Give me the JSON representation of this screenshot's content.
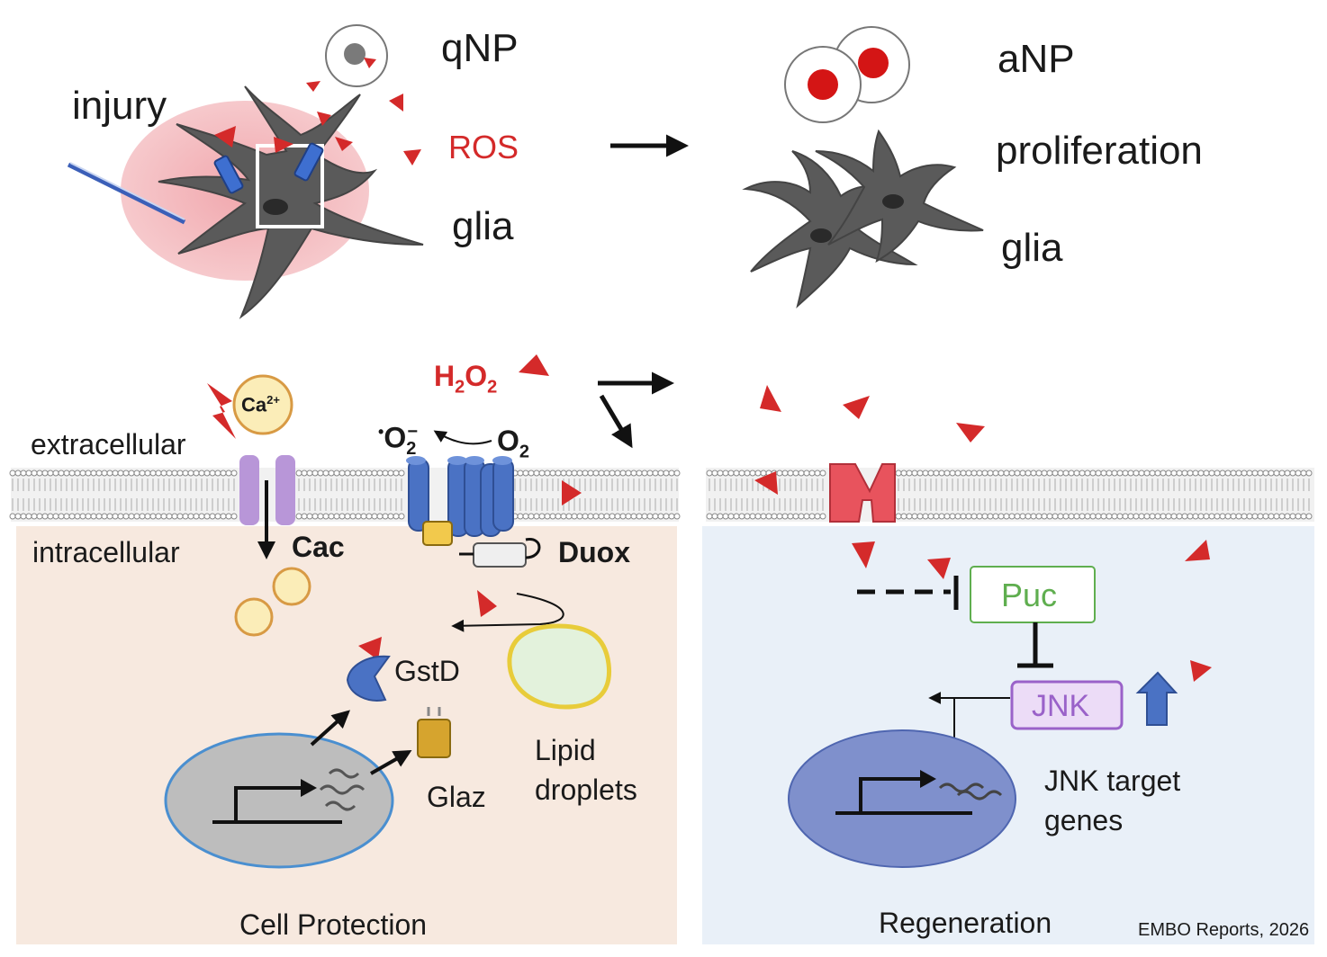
{
  "top_left": {
    "qnp": "qNP",
    "injury": "injury",
    "ros": "ROS",
    "glia": "glia"
  },
  "top_right": {
    "anp": "aNP",
    "proliferation": "proliferation",
    "glia": "glia"
  },
  "bottom_left": {
    "h2o2_base": "H",
    "h2o2_sub1": "2",
    "h2o2_mid": "O",
    "h2o2_sub2": "2",
    "ca": "Ca",
    "ca_sup": "2+",
    "extracellular": "extracellular",
    "intracellular": "intracellular",
    "superoxide": "O",
    "superoxide_sub": "2",
    "superoxide_sup": "−",
    "o2": "O",
    "o2_sub": "2",
    "cac": "Cac",
    "duox": "Duox",
    "gstd": "GstD",
    "glaz": "Glaz",
    "lipid_droplets_1": "Lipid",
    "lipid_droplets_2": "droplets",
    "footer": "Cell Protection"
  },
  "bottom_right": {
    "puc": "Puc",
    "jnk": "JNK",
    "jnk_targets_1": "JNK target",
    "jnk_targets_2": "genes",
    "footer": "Regeneration"
  },
  "credit": "EMBO Reports, 2026",
  "colors": {
    "ros_red": "#d42a2a",
    "glia_gray": "#5a5a5a",
    "protection_bg": "#f7e9df",
    "regeneration_bg": "#e9f0f8",
    "duox_blue": "#4a72c4",
    "puc_green": "#5fae4f",
    "jnk_purple": "#9a62c9",
    "nucleus_right": "#7f90cc"
  }
}
